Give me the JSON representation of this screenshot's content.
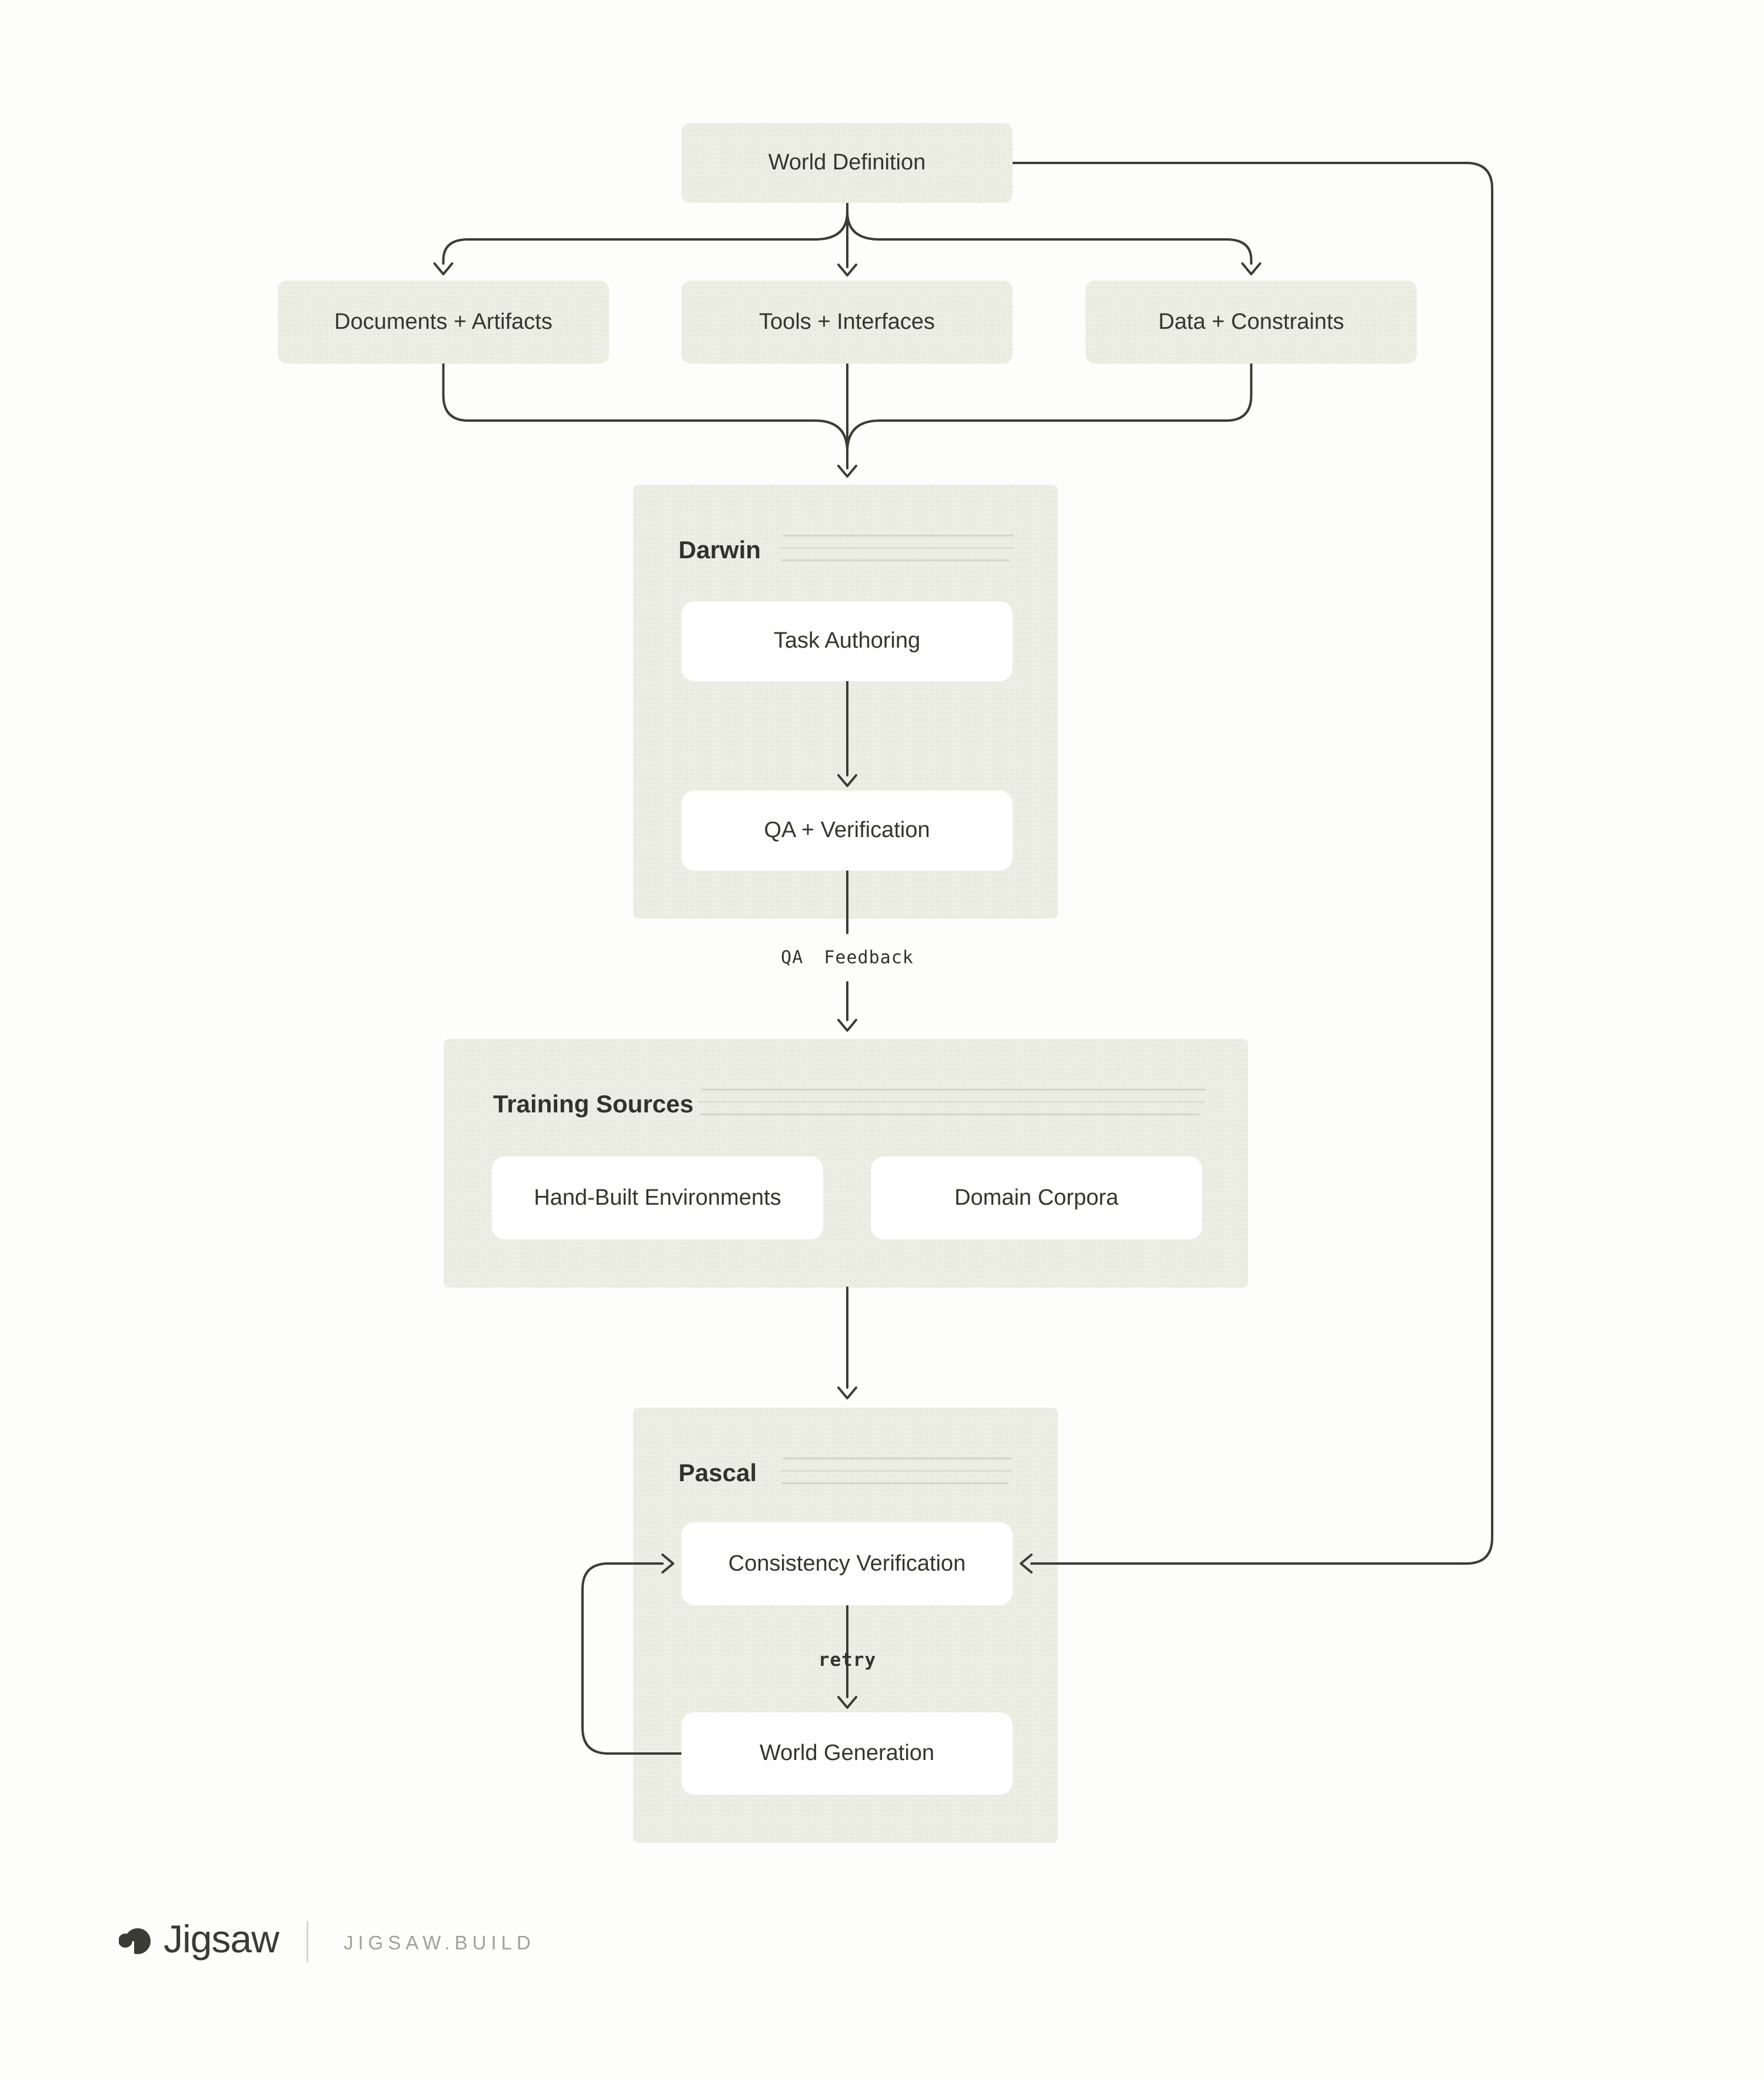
{
  "palette": {
    "page_background": "#FDFDFB",
    "container_tint": "#ECEDE3",
    "card_white": "#FFFFFF",
    "stroke_dark": "#3C3C34",
    "text_dark": "#35352E",
    "rule_gray": "#D4D6CA",
    "site_gray": "#A2A29B"
  },
  "nodes": {
    "world_definition": {
      "label": "World Definition"
    },
    "documents_artifacts": {
      "label": "Documents + Artifacts"
    },
    "tools_interfaces": {
      "label": "Tools + Interfaces"
    },
    "data_constraints": {
      "label": "Data + Constraints"
    },
    "task_authoring": {
      "label": "Task Authoring"
    },
    "qa_verification": {
      "label": "QA + Verification"
    },
    "hand_built_environments": {
      "label": "Hand-Built Environments"
    },
    "domain_corpora": {
      "label": "Domain Corpora"
    },
    "consistency_verification": {
      "label": "Consistency Verification"
    },
    "world_generation": {
      "label": "World Generation"
    }
  },
  "sections": {
    "darwin": {
      "label": "Darwin"
    },
    "training_sources": {
      "label": "Training Sources"
    },
    "pascal": {
      "label": "Pascal"
    }
  },
  "edge_labels": {
    "qa_feedback": "QA Feedback",
    "retry": "retry"
  },
  "footer": {
    "brand": "Jigsaw",
    "site": "JIGSAW.BUILD"
  }
}
